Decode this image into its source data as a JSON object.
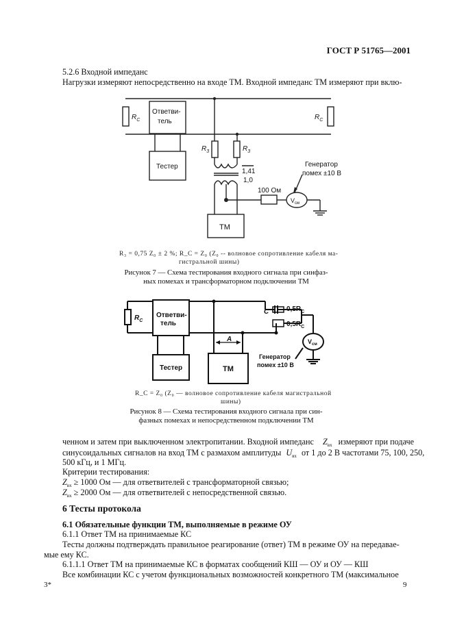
{
  "header": {
    "doc_id": "ГОСТ Р 51765—2001"
  },
  "section_526": {
    "title": "5.2.6 Входной импеданс",
    "line1": "Нагрузки измеряют непосредственно на входе ТМ. Входной импеданс ТМ измеряют при вклю-"
  },
  "figure7": {
    "coupler": [
      "Ответви-",
      "тель"
    ],
    "tester": "Тестер",
    "tm": "ТМ",
    "rc_left": "R",
    "rc_sub": "C",
    "r3": "R",
    "r3_sub": "3",
    "ratio_top": "1,41",
    "ratio_bottom": "1,0",
    "resistor": "100 Ом",
    "vsm": "V",
    "vsm_sub": "см",
    "generator": [
      "Генератор",
      "помех ±10 В"
    ],
    "note_line1": "R₃ = 0,75 Z₀ ± 2 %;  R_C = Z₀ (Z₀ -- волновое сопротивление кабеля ма-",
    "note_line2": "гистральной шины)",
    "caption_line1": "Рисунок 7 — Схема тестирования входного сигнала  при синфаз-",
    "caption_line2": "ных помехах и трансформаторном подключении ТМ"
  },
  "figure8": {
    "coupler": [
      "Ответви-",
      "тель"
    ],
    "tester": "Тестер",
    "tm": "ТМ",
    "rc": "R",
    "rc_sub": "C",
    "c": "C",
    "half_rc": "0,5R",
    "half_rc_sub": "C",
    "a": "A",
    "vsm": "V",
    "vsm_sub": "см",
    "generator": [
      "Генератор",
      "помех ±10 В"
    ],
    "note_line1": "R_C = Z₀ (Z₀ — волновое сопротивление кабеля магистральной",
    "note_line2": "шины)",
    "caption_line1": "Рисунок 8 — Схема тестирования входного сигнала  при син-",
    "caption_line2": "фазных помехах и непосредственном подключении ТМ"
  },
  "body": {
    "line1a": "ченном и затем при выключенном электропитании. Входной импеданс",
    "zvx": "Z",
    "zvx_sub": "вх",
    "line1b": "измеряют  при подаче",
    "line2a": "синусоидальных сигналов на вход ТМ с размахом амплитуды",
    "uvx": "U",
    "uvx_sub": "вх",
    "line2b": "от 1 до 2 В частотами 75, 100, 250,",
    "line3": "500 кГц, и 1 МГц.",
    "criteria": "Критерии тестирования:",
    "crit1": "≥ 1000 Ом — для ответвителей с трансформаторной связью;",
    "crit2": "≥ 2000 Ом — для ответвителей с непосредственной связью."
  },
  "section6": {
    "title": "6 Тесты протокола",
    "s61_title": "6.1 Обязательные функции ТМ, выполняемые в режиме ОУ",
    "s611": "6.1.1 Ответ ТМ на принимаемые КС",
    "p1a": "Тесты  должны подтверждать правильное реагирование  (ответ) ТМ в режиме ОУ на передавае-",
    "p1b": "мые ему КС.",
    "s6111": "6.1.1.1 Ответ ТМ на принимаемые КС в форматах сообщений КШ — ОУ и ОУ — КШ",
    "p2": "Все комбинации КС с учетом функциональных возможностей конкретного ТМ (максимальное"
  },
  "footer": {
    "left": "3*",
    "page": "9"
  }
}
